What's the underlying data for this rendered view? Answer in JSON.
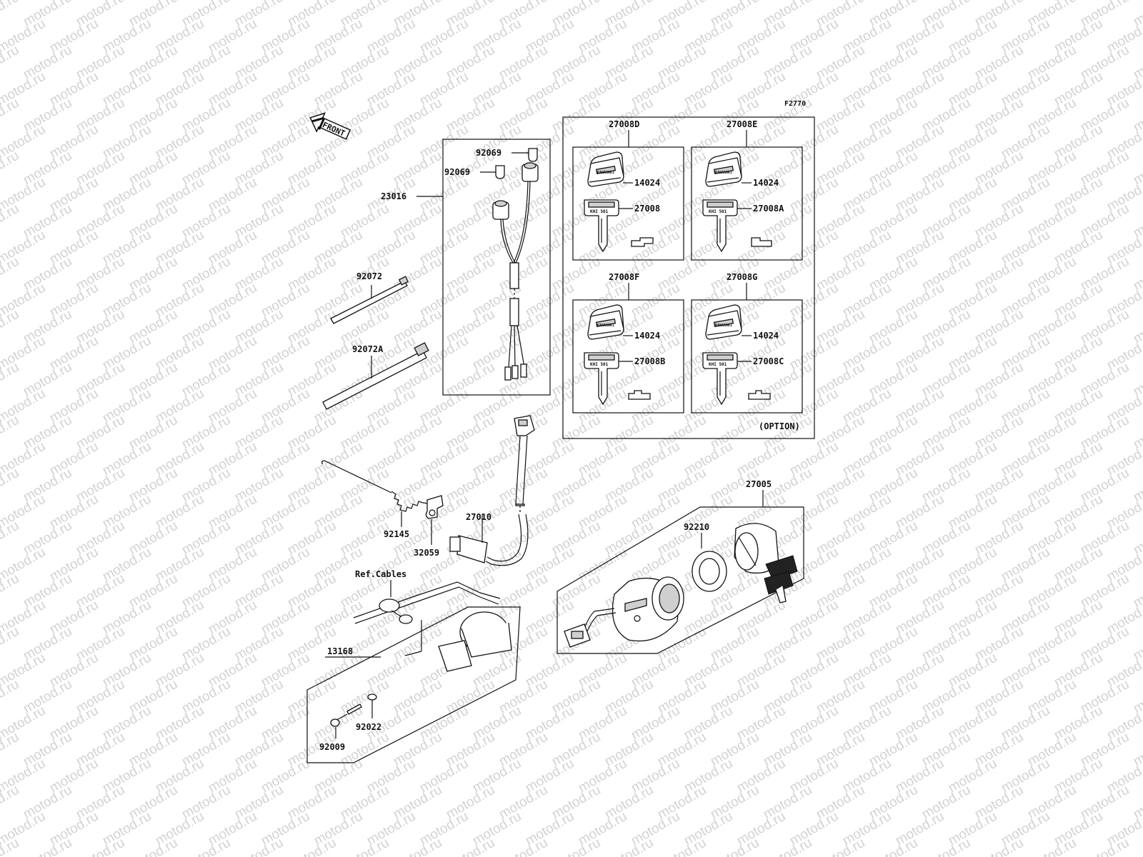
{
  "figure_code": "F2770",
  "watermark": "motod.ru",
  "front_label": "FRONT",
  "option_label": "(OPTION)",
  "ref_label": "Ref.Cables",
  "parts": {
    "p92069a": "92069",
    "p92069b": "92069",
    "p23016": "23016",
    "p92072": "92072",
    "p92072A": "92072A",
    "p92145": "92145",
    "p32059": "32059",
    "p27010": "27010",
    "p13168": "13168",
    "p92022": "92022",
    "p92009": "92009",
    "p27005": "27005",
    "p92210": "92210"
  },
  "key_sets": {
    "d": {
      "code": "27008D",
      "knob": "14024",
      "key": "27008"
    },
    "e": {
      "code": "27008E",
      "knob": "14024",
      "key": "27008A"
    },
    "f": {
      "code": "27008F",
      "knob": "14024",
      "key": "27008B"
    },
    "g": {
      "code": "27008G",
      "knob": "14024",
      "key": "27008C"
    }
  },
  "key_brand": "KAWASAKI",
  "key_code_text": "KHI 501"
}
